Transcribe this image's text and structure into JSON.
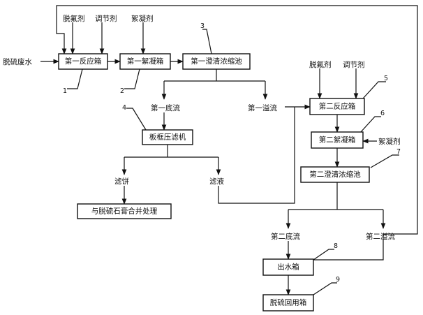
{
  "inputs": {
    "feed": "脱硫废水",
    "reagents_top": [
      "脱氟剂",
      "调节剂",
      "絮凝剂"
    ],
    "reagents_right": [
      "脱氟剂",
      "调节剂"
    ],
    "flocculant_right": "絮凝剂"
  },
  "boxes": {
    "reaction1": "第一反应箱",
    "floc1": "第一絮凝箱",
    "clarifier1": "第一澄清浓缩池",
    "filter_press": "板框压滤机",
    "disposal": "与脱硫石膏合并处理",
    "reaction2": "第二反应箱",
    "floc2": "第二絮凝箱",
    "clarifier2": "第二澄清浓缩池",
    "outlet_tank": "出水箱",
    "reuse_tank": "脱硫回用箱"
  },
  "flows": {
    "underflow1": "第一底流",
    "overflow1": "第一溢流",
    "filter_cake": "滤饼",
    "filtrate": "滤液",
    "underflow2": "第二底流",
    "overflow2": "第二溢流"
  },
  "callouts": [
    "1",
    "2",
    "3",
    "4",
    "5",
    "6",
    "7",
    "8",
    "9"
  ]
}
